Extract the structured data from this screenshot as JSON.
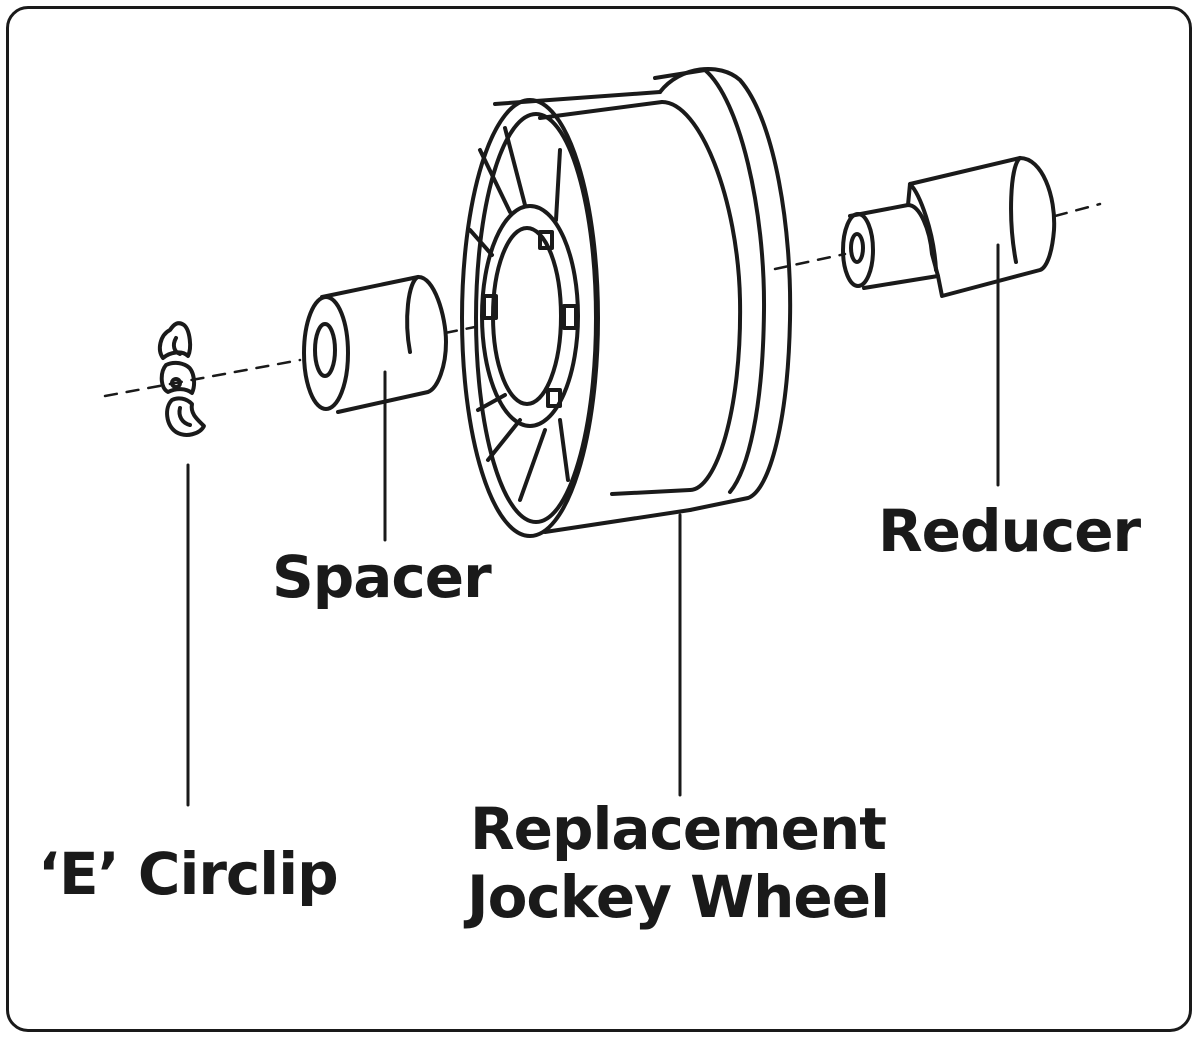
{
  "labels": {
    "circlip": "‘E’ Circlip",
    "spacer": "Spacer",
    "wheel_line1": "Replacement",
    "wheel_line2": "Jockey Wheel",
    "reducer": "Reducer"
  },
  "colors": {
    "ink": "#1a1a1a",
    "background": "#ffffff"
  }
}
